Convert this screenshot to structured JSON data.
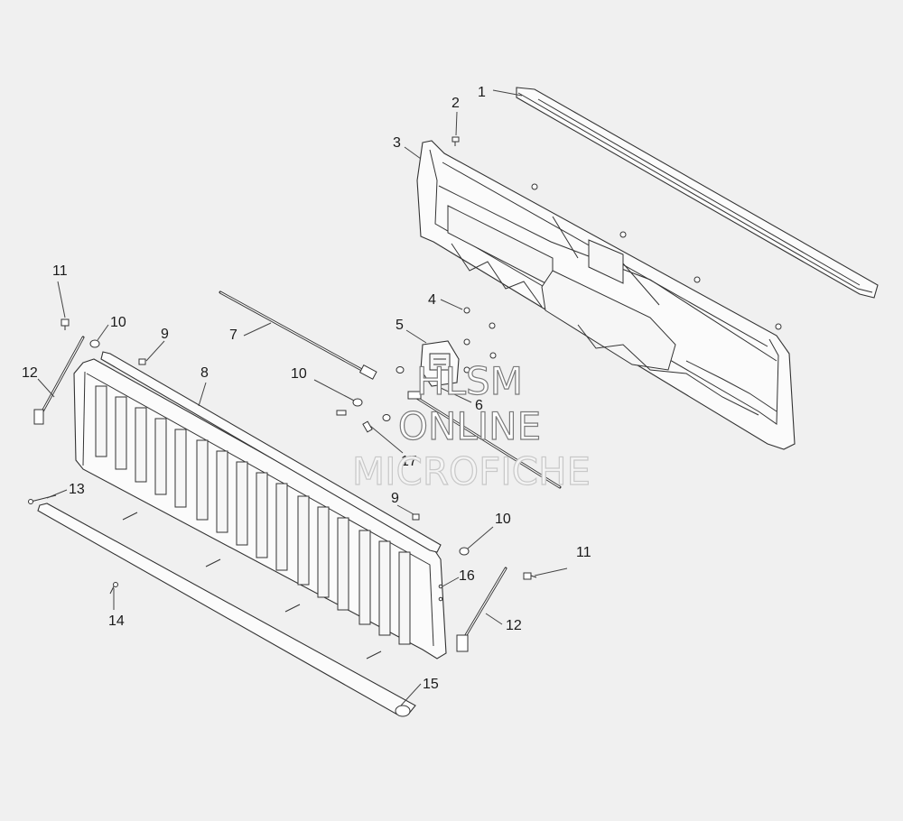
{
  "diagram": {
    "callouts": [
      "1",
      "2",
      "3",
      "4",
      "5",
      "6",
      "7",
      "8",
      "9",
      "10",
      "10",
      "9",
      "10",
      "11",
      "11",
      "12",
      "12",
      "13",
      "14",
      "15",
      "16",
      "17"
    ],
    "watermark": {
      "line1": "HLSM",
      "line2": "ONLINE",
      "line3": "MICROFICHE"
    }
  }
}
